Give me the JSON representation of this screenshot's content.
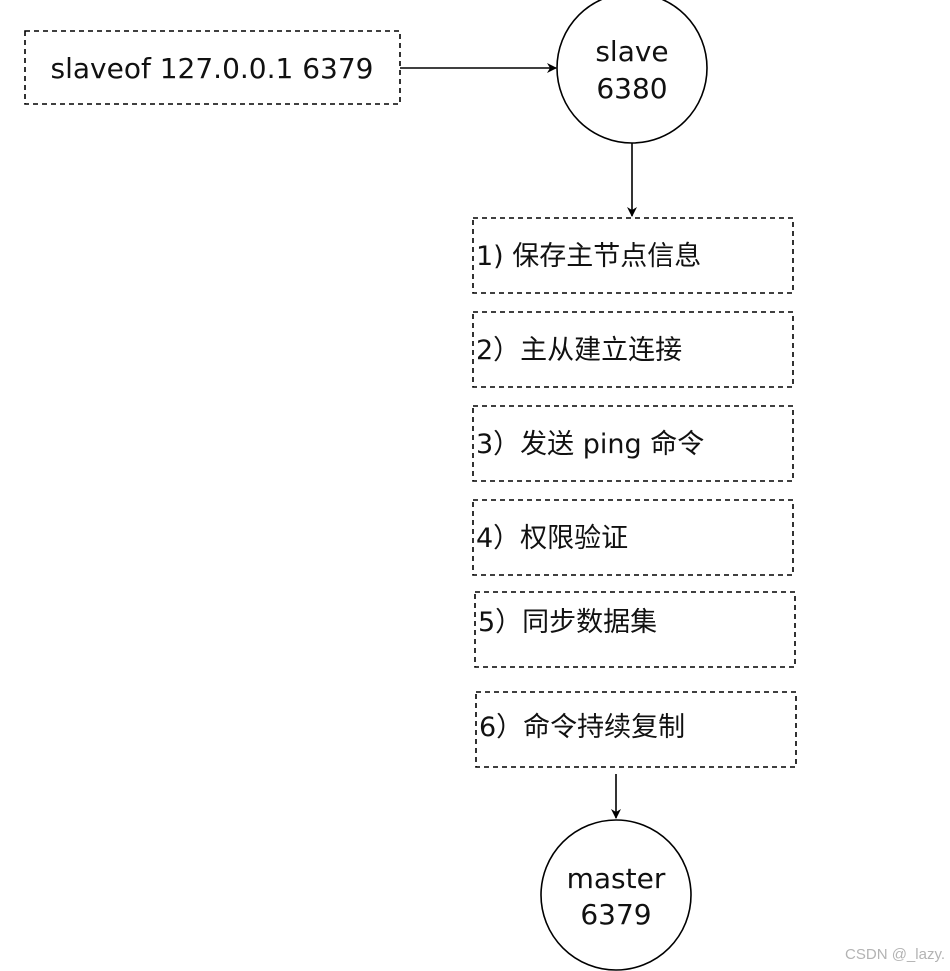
{
  "command_box": {
    "label": "slaveof 127.0.0.1 6379"
  },
  "slave_node": {
    "line1": "slave",
    "line2": "6380"
  },
  "steps": [
    "1) 保存主节点信息",
    "2）主从建立连接",
    "3）发送 ping 命令",
    "4）权限验证",
    "5）同步数据集",
    "6）命令持续复制"
  ],
  "master_node": {
    "line1": "master",
    "line2": "6379"
  },
  "watermark": "CSDN @_lazy."
}
